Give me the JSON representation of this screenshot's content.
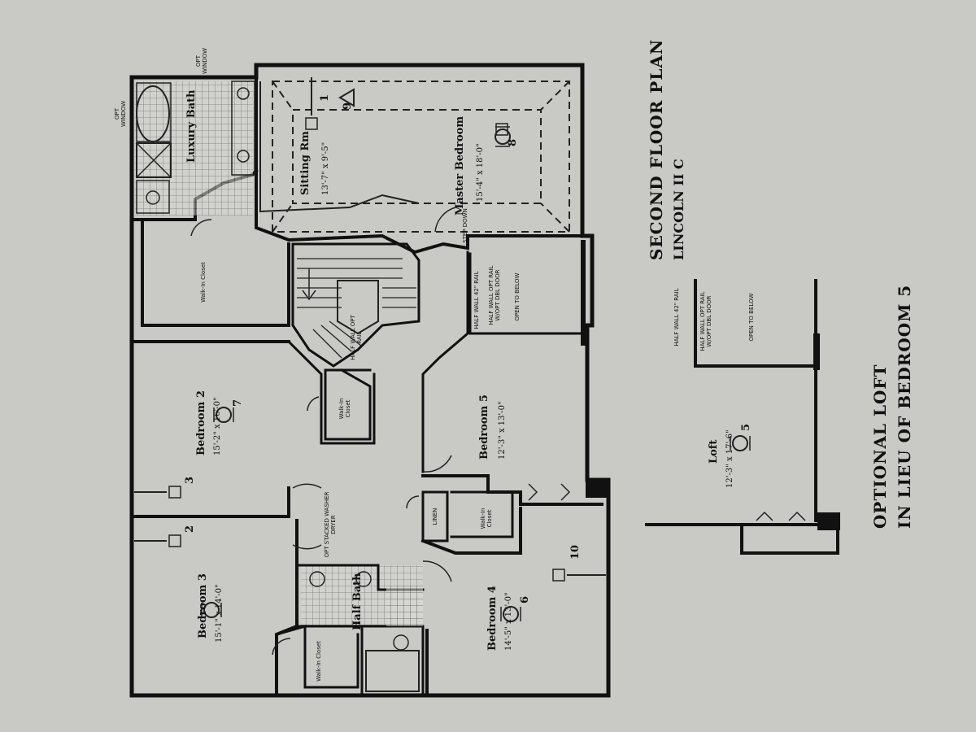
{
  "plan": {
    "title": "SECOND FLOOR PLAN",
    "subtitle": "LINCOLN II C",
    "optional_title": "OPTIONAL LOFT",
    "optional_subtitle": "IN LIEU OF BEDROOM 5"
  },
  "rooms": {
    "master_bedroom": {
      "name": "Master Bedroom",
      "dims": "15'-4\" x 18'-0\""
    },
    "sitting_room": {
      "name": "Sitting Rm",
      "dims": "13'-7\" x 9'-5\""
    },
    "luxury_bath": {
      "name": "Luxury Bath"
    },
    "walk_in_closet_master": {
      "name": "Walk-In Closet"
    },
    "bedroom_2": {
      "name": "Bedroom 2",
      "dims": "15'-2\" x 16'-0\""
    },
    "bedroom_3": {
      "name": "Bedroom 3",
      "dims": "15'-1\" x 14'-0\""
    },
    "bedroom_4": {
      "name": "Bedroom 4",
      "dims": "14'-5\" x 13'-0\""
    },
    "bedroom_5": {
      "name": "Bedroom 5",
      "dims": "12'-3\" x 13'-0\""
    },
    "half_bath": {
      "name": "Half Bath"
    },
    "walk_in_closet_2": {
      "name": "Walk-In Closet"
    },
    "walk_in_closet_3": {
      "name": "Walk-In Closet"
    },
    "walk_in_closet_4": {
      "name": "Walk-In Closet"
    },
    "linen": {
      "name": "LINEN"
    },
    "loft": {
      "name": "Loft",
      "dims": "12'-3\" x 17'-6\""
    }
  },
  "notes": {
    "half_wall": "HALF WALL 42\" RAIL",
    "half_wall_opt": "HALF WALL OPT RAIL W/OPT DBL DOOR",
    "open_to_below": "OPEN TO BELOW",
    "open_to_below_loft": "OPEN TO BELOW",
    "half_wall_loft": "HALF WALL 42\" RAIL",
    "half_wall_opt_loft": "HALF WALL OPT RAIL W/OPT DBL DOOR",
    "step_down": "STEP DOWN",
    "stack_note": "OPT STACKED WASHER DRYER",
    "stair_rail": "HALF WALL OPT RAIL",
    "window_opt": "OPT WINDOW",
    "window_opt_2": "OPT WINDOW"
  },
  "callouts": {
    "c1": "1",
    "c2": "2",
    "c3": "3",
    "c5": "5",
    "c6": "6",
    "c7": "7",
    "c8": "8",
    "c9": "9",
    "c10": "10"
  }
}
